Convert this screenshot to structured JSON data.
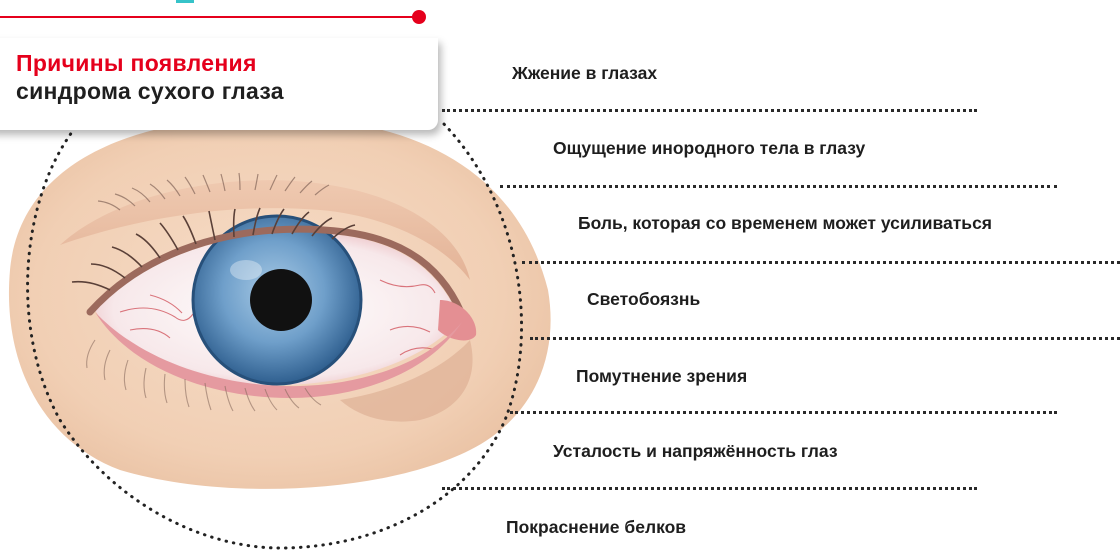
{
  "title": {
    "line1": "Причины появления",
    "line2": "синдрома сухого глаза"
  },
  "symptoms": [
    "Жжение в глазах",
    "Ощущение инородного тела в глазу",
    "Боль, которая со временем может усиливаться",
    "Светобоязнь",
    "Помутнение зрения",
    "Усталость и напряжённость глаз",
    "Покраснение белков"
  ],
  "colors": {
    "accent_red": "#e5001c",
    "teal": "#36c3c9",
    "text": "#1e1e1e",
    "iris": "#5b8fbf",
    "skin": "#f3d5bd"
  }
}
